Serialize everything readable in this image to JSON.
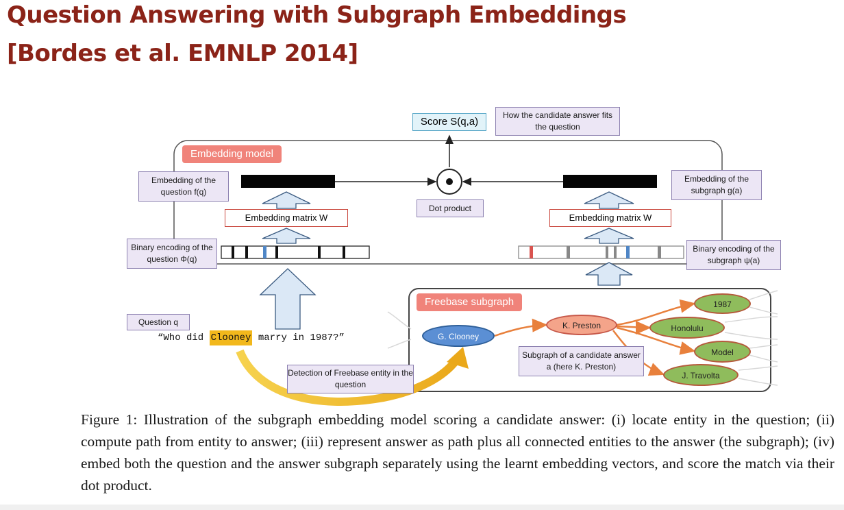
{
  "slide": {
    "title_line1": "Question Answering with Subgraph Embeddings",
    "title_line2": "[Bordes et al. EMNLP 2014]"
  },
  "diagram": {
    "score": "Score S(q,a)",
    "score_note": "How the candidate answer fits the question",
    "embedding_model": "Embedding model",
    "dot_product": "Dot product",
    "emb_question": "Embedding of the question f(q)",
    "emb_subgraph": "Embedding of the subgraph g(a)",
    "emb_matrix_left": "Embedding matrix W",
    "emb_matrix_right": "Embedding matrix W",
    "bin_question": "Binary encoding of the question Φ(q)",
    "bin_subgraph": "Binary encoding of the subgraph ψ(a)",
    "question_label": "Question q",
    "question_pre": "“Who did ",
    "question_entity": "Clooney",
    "question_post": " marry in 1987?”",
    "freebase_subgraph": "Freebase subgraph",
    "node_clooney": "G. Clooney",
    "node_preston": "K. Preston",
    "node_1987": "1987",
    "node_honolulu": "Honolulu",
    "node_model": "Model",
    "node_travolta": "J. Travolta",
    "candidate_note": "Subgraph of a candidate answer a (here K. Preston)",
    "detection_note": "Detection of Freebase entity in the question",
    "colors": {
      "title": "#8b2318",
      "label_bg": "#ece6f5",
      "arrow_fill": "#dbe8f6",
      "node_green": "#8fbc5c",
      "node_blue": "#5b8fd4",
      "node_salmon": "#f4a48a",
      "highlight": "#f2b81c"
    }
  },
  "caption": "Figure 1: Illustration of the subgraph embedding model scoring a candidate answer: (i) locate entity in the question; (ii) compute path from entity to answer; (iii) represent answer as path plus all connected entities to the answer (the subgraph); (iv) embed both the question and the answer subgraph separately using the learnt embedding vectors, and score the match via their dot product."
}
